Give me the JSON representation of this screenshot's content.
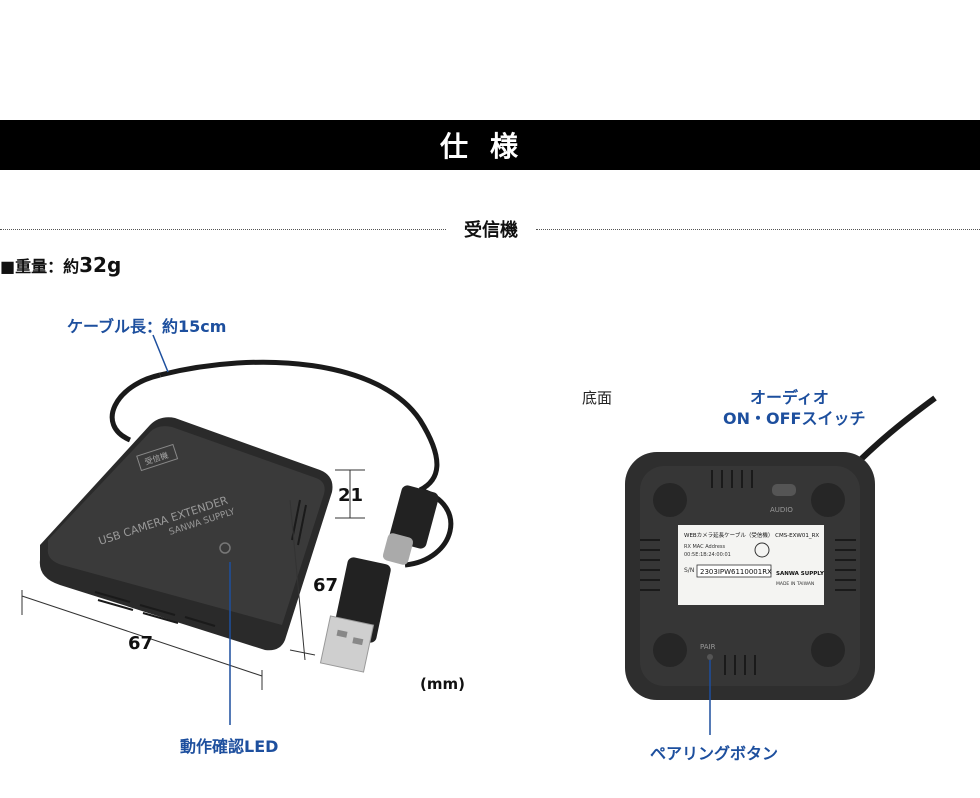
{
  "title": "仕様",
  "section": "受信機",
  "weight": {
    "label": "■重量：約",
    "value": "32g"
  },
  "left_product": {
    "cable_length": "ケーブル長：約15cm",
    "led_label": "動作確認LED",
    "dim_height": "21",
    "dim_depth": "67",
    "dim_width": "67",
    "unit": "(mm)",
    "case_badge": "受信機",
    "case_text": "USB CAMERA EXTENDER",
    "case_brand": "SANWA SUPPLY"
  },
  "right_product": {
    "view_label": "底面",
    "audio_switch_label_1": "オーディオ",
    "audio_switch_label_2": "ON・OFFスイッチ",
    "pairing_label": "ペアリングボタン",
    "sticker_title": "WEBカメラ延長ケーブル（受信機） CMS-EXW01_RX",
    "sticker_mac": "RX MAC Address",
    "sticker_mac_value": "00:5E:1B:24:00:01",
    "sticker_serial_prefix": "S/N",
    "sticker_serial": "2303IPW6110001RX",
    "sticker_brand": "SANWA SUPPLY",
    "sticker_made": "MADE IN TAIWAN",
    "switch_label": "AUDIO",
    "pair_small": "PAIR"
  },
  "colors": {
    "accent": "#1d4f9e",
    "banner": "#000000",
    "device": "#2b2b2b"
  }
}
